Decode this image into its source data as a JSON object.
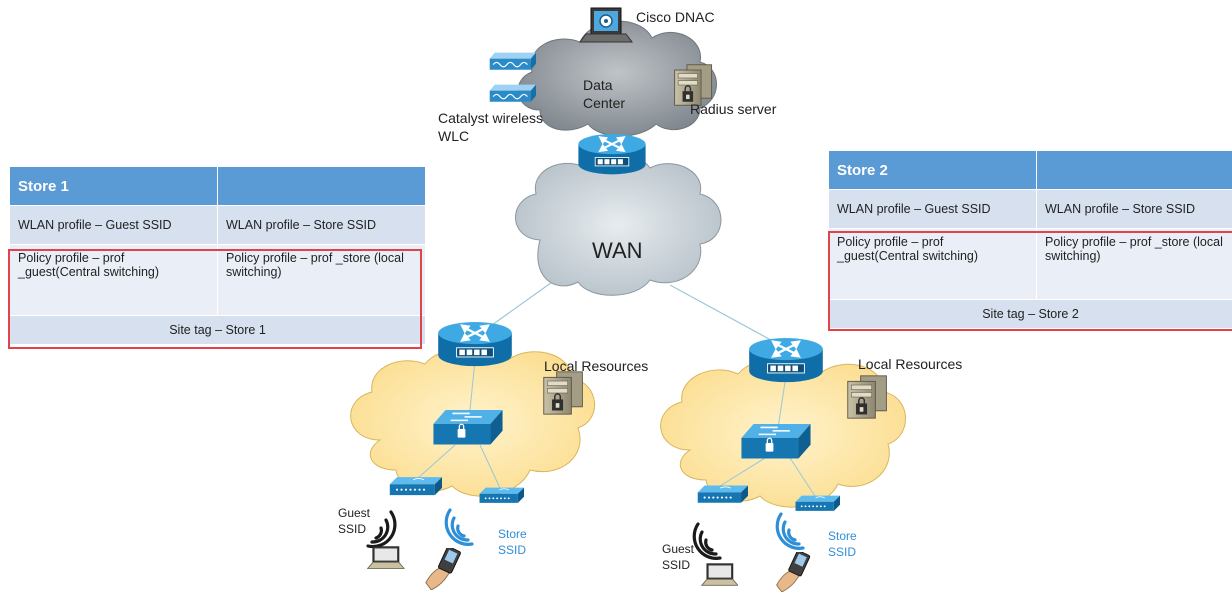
{
  "datacenter": {
    "dnac_label": "Cisco DNAC",
    "dc_label_line1": "Data",
    "dc_label_line2": "Center",
    "wlc_label_line1": "Catalyst wireless",
    "wlc_label_line2": "WLC",
    "radius_label": "Radius server"
  },
  "wan_label": "WAN",
  "sites": [
    {
      "local_resources": "Local Resources",
      "guest_ssid_line1": "Guest",
      "guest_ssid_line2": "SSID",
      "store_ssid_line1": "Store",
      "store_ssid_line2": "SSID"
    },
    {
      "local_resources": "Local Resources",
      "guest_ssid_line1": "Guest",
      "guest_ssid_line2": "SSID",
      "store_ssid_line1": "Store",
      "store_ssid_line2": "SSID"
    }
  ],
  "tables": [
    {
      "title": "Store 1",
      "wlan_guest": "WLAN profile – Guest SSID",
      "wlan_store": "WLAN profile – Store SSID",
      "policy_guest_line1": "Policy profile – prof",
      "policy_guest_line2": "_guest(Central switching)",
      "policy_store_line1": "Policy profile – prof _store (local",
      "policy_store_line2": "switching)",
      "site_tag": "Site tag – Store 1"
    },
    {
      "title": "Store 2",
      "wlan_guest": "WLAN profile – Guest SSID",
      "wlan_store": "WLAN profile – Store SSID",
      "policy_guest_line1": "Policy profile – prof",
      "policy_guest_line2": "_guest(Central switching)",
      "policy_store_line1": "Policy profile – prof _store (local",
      "policy_store_line2": "switching)",
      "site_tag": "Site tag – Store 2"
    }
  ],
  "colors": {
    "table_header": "#5b9bd5",
    "highlight_border": "#e0444a",
    "branch_cloud": "#fde7a8",
    "wan_cloud": "#c9d3da",
    "dc_cloud": "#8e959c",
    "device_blue": "#1d8ac9",
    "ssid_blue": "#2e8fd8"
  }
}
